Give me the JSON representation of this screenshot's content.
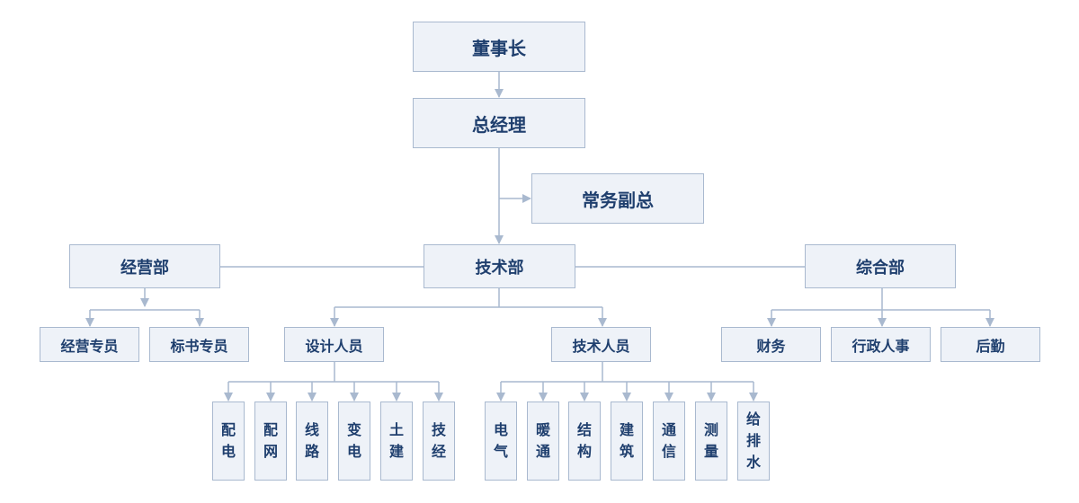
{
  "colors": {
    "box_fill": "#eef2f8",
    "box_border": "#a9b9cf",
    "text": "#1f3f6e",
    "line": "#a9b9cf"
  },
  "chairman": "董事长",
  "general_manager": "总经理",
  "executive_vp": "常务副总",
  "departments": {
    "business": "经营部",
    "technical": "技术部",
    "general_affairs": "综合部"
  },
  "business_staff": [
    "经营专员",
    "标书专员"
  ],
  "technical_groups": {
    "design": "设计人员",
    "tech": "技术人员"
  },
  "general_staff": [
    "财务",
    "行政人事",
    "后勤"
  ],
  "design_specialties": [
    [
      "配",
      "电"
    ],
    [
      "配",
      "网"
    ],
    [
      "线",
      "路"
    ],
    [
      "变",
      "电"
    ],
    [
      "土",
      "建"
    ],
    [
      "技",
      "经"
    ]
  ],
  "tech_specialties": [
    [
      "电",
      "气"
    ],
    [
      "暖",
      "通"
    ],
    [
      "结",
      "构"
    ],
    [
      "建",
      "筑"
    ],
    [
      "通",
      "信"
    ],
    [
      "测",
      "量"
    ],
    [
      "给",
      "排",
      "水"
    ]
  ]
}
